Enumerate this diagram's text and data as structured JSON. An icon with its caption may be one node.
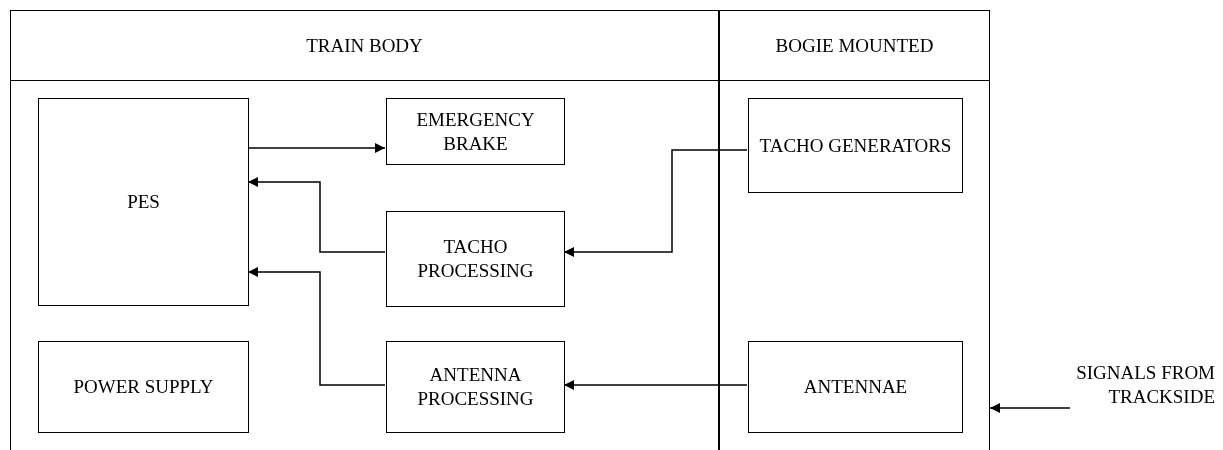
{
  "diagram": {
    "nodes": [
      {
        "text": [
          "TRAIN BODY"
        ]
      },
      {
        "text": [
          "BOGIE MOUNTED"
        ]
      },
      {
        "text": [
          "PES"
        ],
        "in": 0
      },
      {
        "text": [
          "EMERGENCY BRAKE"
        ],
        "in": 0
      },
      {
        "text": [
          "TACHO PROCESSING"
        ],
        "in": 0
      },
      {
        "text": [
          "POWER SUPPLY"
        ],
        "in": 0
      },
      {
        "text": [
          "ANTENNA PROCESSING"
        ],
        "in": 0
      },
      {
        "text": [
          "TACHO GENERATORS"
        ],
        "in": 1
      },
      {
        "text": [
          "ANTENNAE"
        ],
        "in": 1
      },
      {
        "text": [
          "SIGNALS FROM TRACKSIDE"
        ]
      }
    ],
    "edges": [
      {
        "from": 2,
        "to": 3,
        "arrow": "to"
      },
      {
        "from": 4,
        "to": 2,
        "arrow": "to"
      },
      {
        "from": 7,
        "to": 4,
        "arrow": "to"
      },
      {
        "from": 6,
        "to": 2,
        "arrow": "to"
      },
      {
        "from": 8,
        "to": 6,
        "arrow": "to"
      },
      {
        "from": 9,
        "to": 1,
        "arrow": "to"
      }
    ]
  }
}
